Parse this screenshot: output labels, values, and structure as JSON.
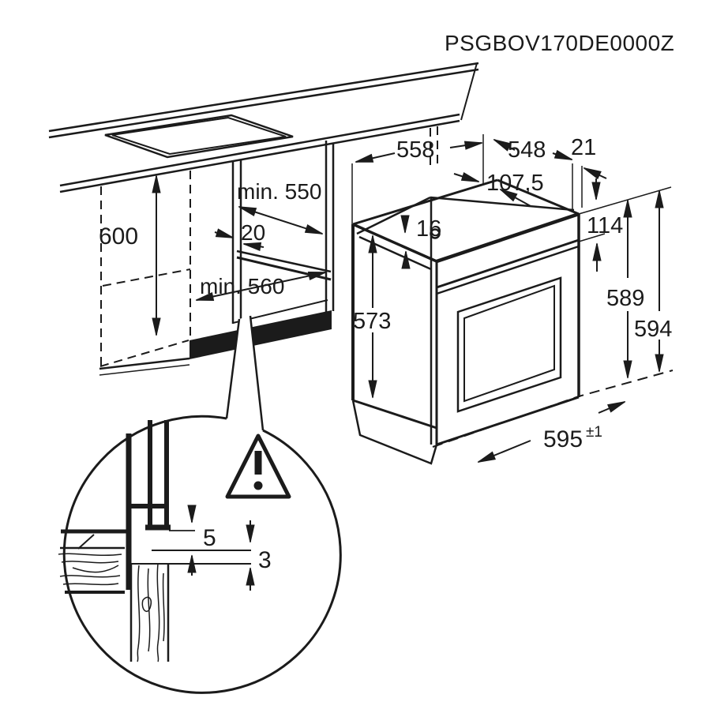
{
  "model_label": "PSGBOV170DE0000Z",
  "cabinet": {
    "height_below_worktop": "600",
    "niche_depth_min": "min. 550",
    "shelf_setback": "20",
    "shelf_depth_min": "min. 560"
  },
  "oven": {
    "top_depth": "558",
    "top_width": "548",
    "rear_clearance": "21",
    "mains_cable_position": "107,5",
    "top_recess_height": "16",
    "control_panel_height": "114",
    "height_to_ledge": "589",
    "overall_height": "594",
    "side_height": "573",
    "front_width": "595",
    "front_width_tolerance": "±1"
  },
  "detail": {
    "gap_above_worktop": "5",
    "gap_below_trim": "3"
  },
  "icons": {
    "warning": "warning-triangle-icon"
  },
  "colors": {
    "line": "#1b1b1b",
    "background": "#ffffff",
    "plinth_fill": "#1b1b1b"
  }
}
